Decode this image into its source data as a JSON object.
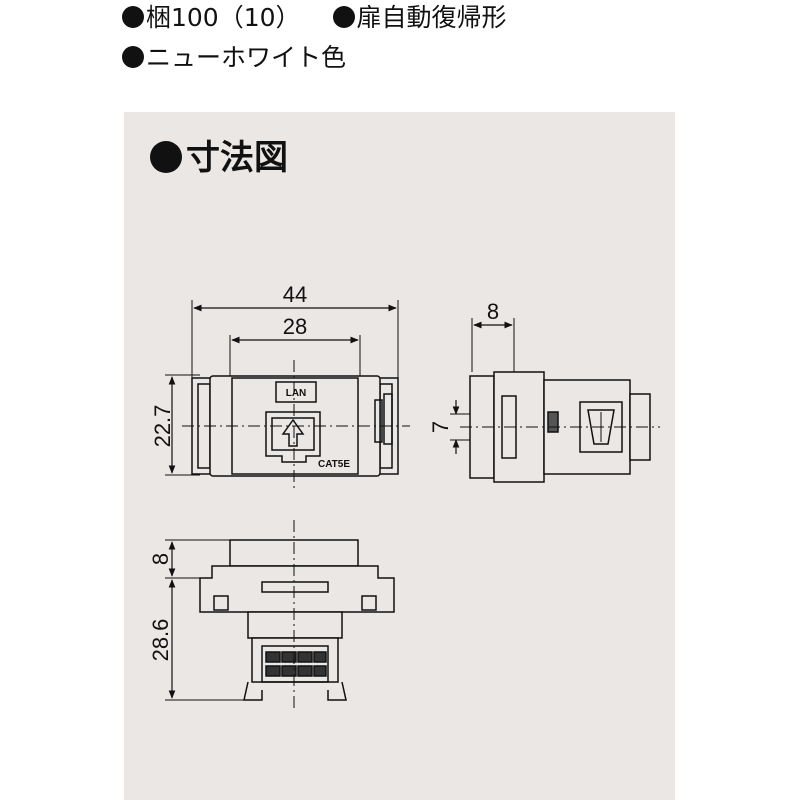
{
  "specs": {
    "packaging": "梱100（10）",
    "mechanism": "扉自動復帰形",
    "color": "ニューホワイト色"
  },
  "drawing": {
    "title": "寸法図",
    "dims": {
      "overall_width": "44",
      "inner_width": "28",
      "height": "22.7",
      "side_thickness": "8",
      "side_offset": "7",
      "bottom_top": "8",
      "bottom_depth": "28.6"
    },
    "labels": {
      "lan": "LAN",
      "category": "CAT5E"
    }
  }
}
